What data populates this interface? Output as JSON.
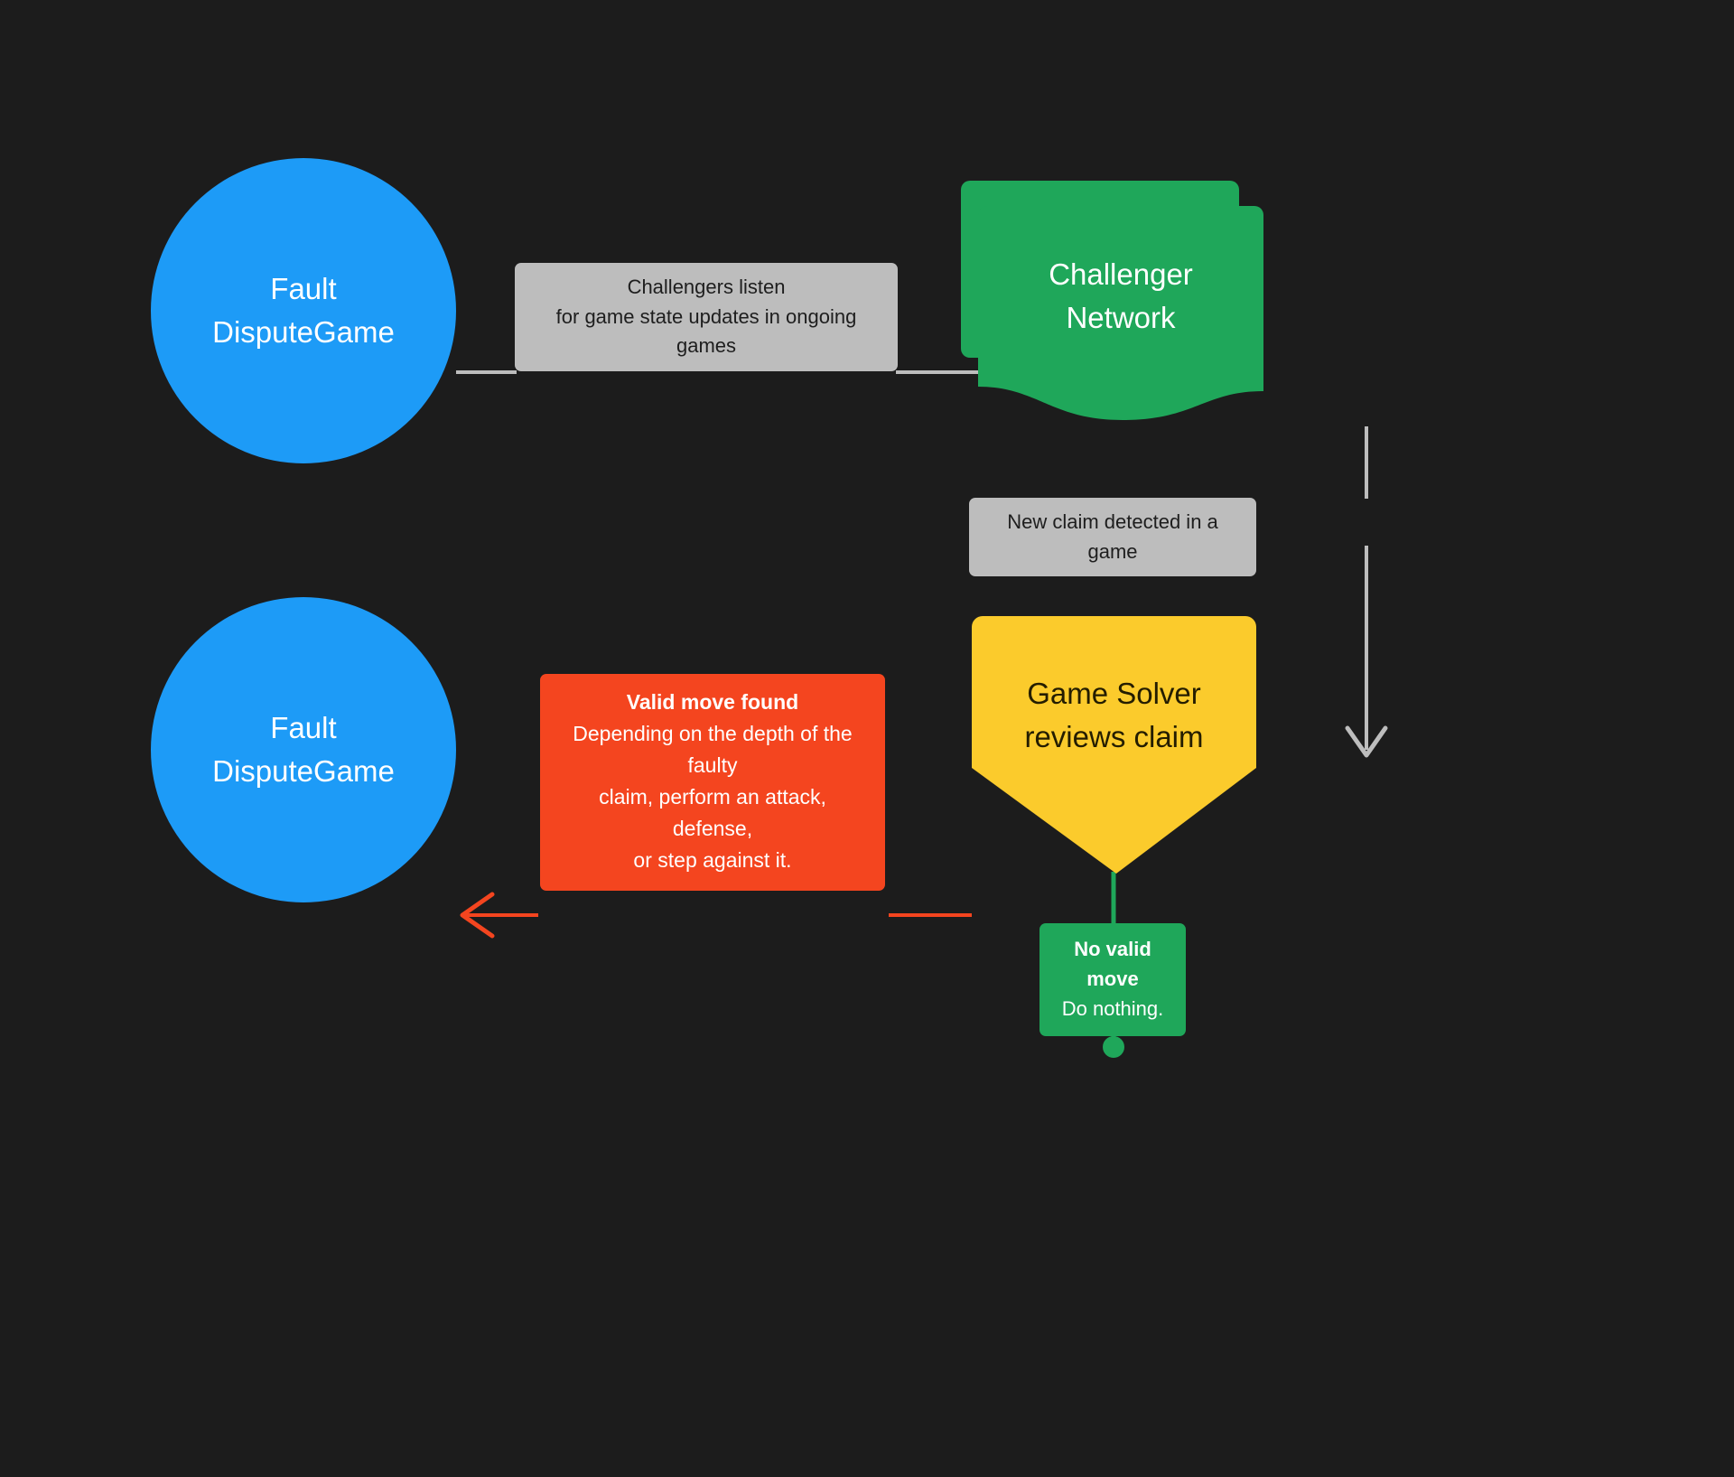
{
  "diagram": {
    "background_color": "#1c1c1c",
    "title_text": "",
    "nodes": {
      "fault_dispute_game_top": {
        "line1": "Fault",
        "line2": "DisputeGame",
        "shape": "circle",
        "color": "#1d9bf7",
        "text_color": "#ffffff"
      },
      "fault_dispute_game_bottom": {
        "line1": "Fault",
        "line2": "DisputeGame",
        "shape": "circle",
        "color": "#1d9bf7",
        "text_color": "#ffffff"
      },
      "challenger_network": {
        "line1": "Challenger",
        "line2": "Network",
        "shape": "multiple-documents",
        "color": "#1fa75a",
        "text_color": "#ffffff"
      },
      "game_solver": {
        "line1": "Game Solver",
        "line2": "reviews claim",
        "shape": "pentagon-down",
        "color": "#fbcb2c",
        "text_color": "#241d00"
      }
    },
    "edges": {
      "challengers_listen": {
        "line1": "Challengers listen",
        "line2": "for game state updates in ongoing games",
        "label_bg": "#bdbdbd",
        "label_color": "#1e1e1e",
        "line_color": "#bdbdbd",
        "direction": "right"
      },
      "new_claim_detected": {
        "line1": "New claim detected in a game",
        "label_bg": "#bdbdbd",
        "label_color": "#1e1e1e",
        "line_color": "#bdbdbd",
        "direction": "down"
      },
      "valid_move_found": {
        "title": "Valid move found",
        "line1": "Depending on the depth of the faulty",
        "line2": "claim, perform an attack, defense,",
        "line3": "or step against it.",
        "label_bg": "#f4451f",
        "label_color": "#ffffff",
        "line_color": "#f4451f",
        "direction": "left"
      },
      "no_valid_move": {
        "title": "No valid move",
        "line1": "Do nothing.",
        "label_bg": "#1fa75a",
        "label_color": "#ffffff",
        "line_color": "#1fa75a",
        "direction": "down",
        "terminator": "filled-circle"
      }
    }
  }
}
